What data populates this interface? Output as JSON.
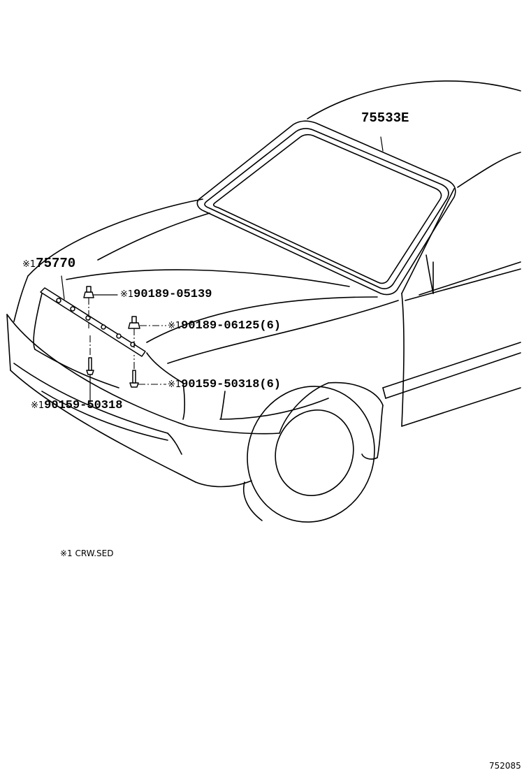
{
  "parts": {
    "windshield_molding": {
      "number": "75533E"
    },
    "front_molding": {
      "mark": "※1",
      "number": "75770"
    },
    "clip_upper": {
      "mark": "※1",
      "number": "90189-05139"
    },
    "clip_middle": {
      "mark": "※1",
      "number": "90189-06125",
      "qty": "(6)"
    },
    "screw_right": {
      "mark": "※1",
      "number": "90159-50318",
      "qty": "(6)"
    },
    "screw_left": {
      "mark": "※1",
      "number": "90159-50318"
    }
  },
  "footnote": "※1 CRW.SED",
  "figure_id": "752085"
}
